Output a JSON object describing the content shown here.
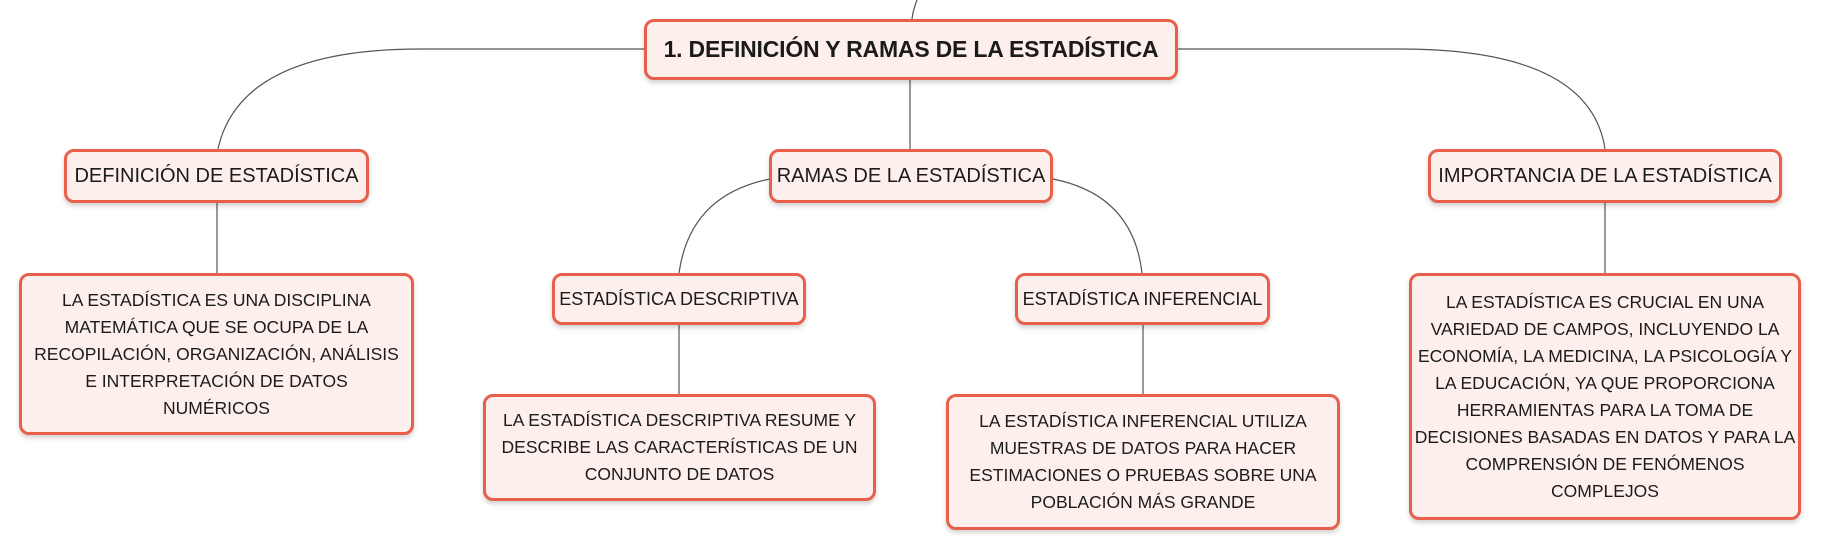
{
  "root": {
    "label": "1. DEFINICIÓN Y RAMAS DE LA ESTADÍSTICA"
  },
  "branches": {
    "definicion": {
      "label": "DEFINICIÓN DE ESTADÍSTICA",
      "detail": "LA ESTADÍSTICA ES UNA DISCIPLINA MATEMÁTICA QUE SE OCUPA DE LA RECOPILACIÓN, ORGANIZACIÓN, ANÁLISIS E INTERPRETACIÓN DE DATOS NUMÉRICOS"
    },
    "ramas": {
      "label": "RAMAS DE LA ESTADÍSTICA",
      "descriptiva": {
        "label": "ESTADÍSTICA DESCRIPTIVA",
        "detail": "LA ESTADÍSTICA DESCRIPTIVA RESUME Y DESCRIBE LAS CARACTERÍSTICAS DE UN CONJUNTO DE DATOS"
      },
      "inferencial": {
        "label": "ESTADÍSTICA INFERENCIAL",
        "detail": "LA ESTADÍSTICA INFERENCIAL UTILIZA MUESTRAS DE DATOS PARA HACER ESTIMACIONES O PRUEBAS SOBRE UNA POBLACIÓN MÁS GRANDE"
      }
    },
    "importancia": {
      "label": "IMPORTANCIA DE LA ESTADÍSTICA",
      "detail": "LA ESTADÍSTICA ES CRUCIAL EN UNA VARIEDAD DE CAMPOS, INCLUYENDO LA ECONOMÍA, LA MEDICINA, LA PSICOLOGÍA Y LA EDUCACIÓN, YA QUE PROPORCIONA HERRAMIENTAS PARA LA TOMA DE DECISIONES BASADAS EN DATOS Y PARA LA COMPRENSIÓN DE FENÓMENOS COMPLEJOS"
    }
  },
  "colors": {
    "node_border": "#e8604c",
    "node_fill": "#fdf0ec",
    "connector": "#555555"
  }
}
